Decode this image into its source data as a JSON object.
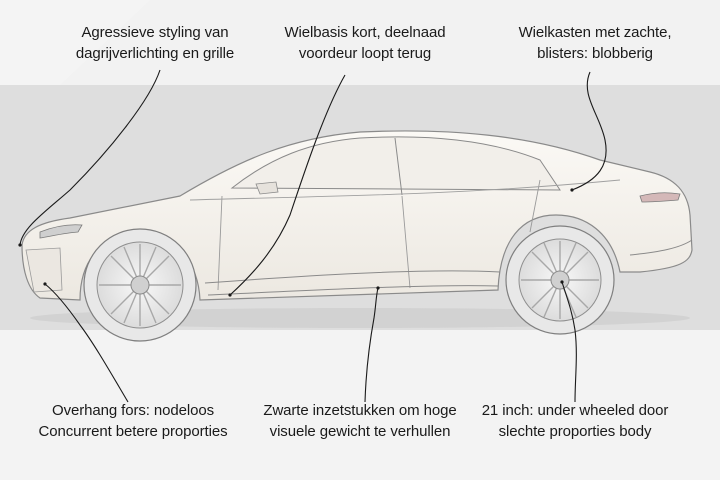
{
  "annotations": [
    {
      "id": "styling",
      "lines": [
        "Agressieve styling van",
        "dagrijverlichting en grille"
      ]
    },
    {
      "id": "wheelbase",
      "lines": [
        "Wielbasis kort, deelnaad",
        "voordeur loopt terug"
      ]
    },
    {
      "id": "wheelarches",
      "lines": [
        "Wielkasten met zachte,",
        "blisters: blobberig"
      ]
    },
    {
      "id": "overhang",
      "lines": [
        "Overhang fors: nodeloos",
        "Concurrent betere proporties"
      ]
    },
    {
      "id": "inserts",
      "lines": [
        "Zwarte inzetstukken om hoge",
        "visuele gewicht te verhullen"
      ]
    },
    {
      "id": "wheels",
      "lines": [
        "21 inch: under wheeled door",
        "slechte proporties body"
      ]
    }
  ],
  "colors": {
    "background": "#f2f2f2",
    "band": "#d9d9d9",
    "car_body": "#f6f3ee",
    "sketch_line": "#8a8a8a",
    "leader_line": "#1a1a1a",
    "text": "#1a1a1a"
  }
}
